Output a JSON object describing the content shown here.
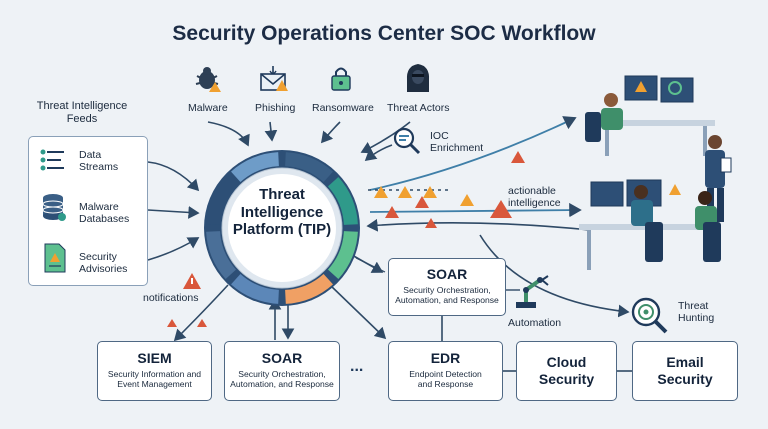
{
  "title": "Security Operations Center SOC Workflow",
  "feeds": {
    "heading": "Threat Intelligence Feeds",
    "items": [
      {
        "label": "Data Streams"
      },
      {
        "label": "Malware Databases"
      },
      {
        "label": "Security Advisories"
      }
    ]
  },
  "threats": [
    {
      "label": "Malware",
      "icon": "bug-icon"
    },
    {
      "label": "Phishing",
      "icon": "phishing-email-icon"
    },
    {
      "label": "Ransomware",
      "icon": "lock-icon"
    },
    {
      "label": "Threat Actors",
      "icon": "hacker-icon"
    }
  ],
  "tip": {
    "label": "Threat Intelligence Platform (TIP)"
  },
  "ioc": {
    "label": "IOC Enrichment"
  },
  "actionable": {
    "label": "actionable intelligence"
  },
  "notifications": {
    "label": "notifications"
  },
  "soar_top": {
    "title": "SOAR",
    "subtitle": "Security Orchestration, Automation, and Response"
  },
  "automation": {
    "label": "Automation"
  },
  "threat_hunting": {
    "label": "Threat Hunting"
  },
  "bottom": {
    "siem": {
      "title": "SIEM",
      "subtitle": "Security Information and Event Management"
    },
    "soar": {
      "title": "SOAR",
      "subtitle": "Security Orchestration, Automation, and Response"
    },
    "ellipsis": "...",
    "edr": {
      "title": "EDR",
      "subtitle": "Endpoint Detection and Response"
    },
    "cloud": {
      "title": "Cloud Security"
    },
    "email": {
      "title": "Email Security"
    }
  },
  "ring_colors": [
    "#3a5f86",
    "#2f9a8a",
    "#5dc08f",
    "#f0a064",
    "#5c87b8",
    "#4a6f98",
    "#2d4f76",
    "#6e9cc8"
  ],
  "colors": {
    "accent": "#2f5f8a",
    "warning": "#f0a030",
    "warning_red": "#d9573b",
    "navy": "#1f3a5b"
  }
}
